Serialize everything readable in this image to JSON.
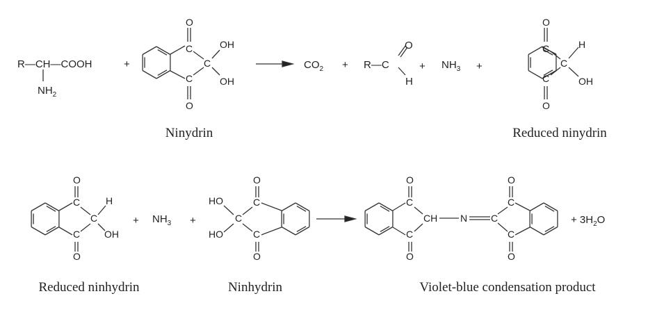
{
  "reaction1": {
    "amino_acid": {
      "chain": "R—CH—COOH",
      "amine": "NH",
      "amine_sub": "2"
    },
    "plus": "+",
    "ninhydrin": {
      "label": "Ninydrin",
      "o": "O",
      "c": "C",
      "oh": "OH"
    },
    "co2": {
      "main": "CO",
      "sub": "2"
    },
    "aldehyde": {
      "r": "R—C",
      "o": "O",
      "h": "H"
    },
    "nh3": {
      "main": "NH",
      "sub": "3"
    },
    "reduced": {
      "label": "Reduced ninydrin",
      "o": "O",
      "c": "C",
      "h": "H",
      "oh": "OH"
    }
  },
  "reaction2": {
    "reduced": {
      "label": "Reduced ninhydrin",
      "o": "O",
      "c": "C",
      "h": "H",
      "oh": "OH"
    },
    "plus": "+",
    "nh3": {
      "main": "NH",
      "sub": "3"
    },
    "ninhydrin": {
      "label": "Ninhydrin",
      "o": "O",
      "c": "C",
      "ho": "HO"
    },
    "product": {
      "label": "Violet-blue condensation product",
      "o": "O",
      "c": "C",
      "ch": "CH",
      "n": "N"
    },
    "water": {
      "prefix": "+ 3H",
      "sub": "2",
      "suffix": "O"
    }
  }
}
